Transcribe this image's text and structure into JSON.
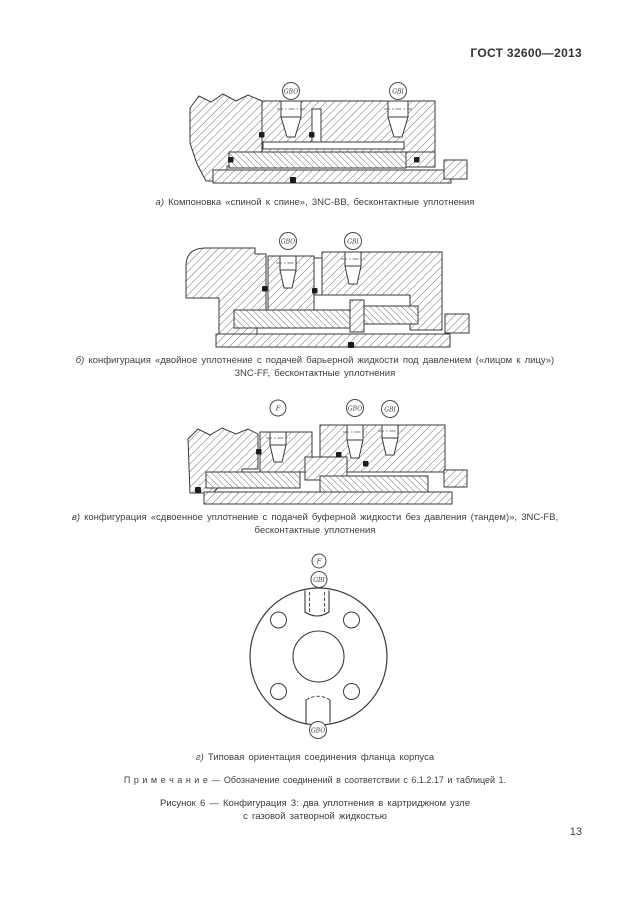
{
  "page": {
    "header": "ГОСТ 32600—2013",
    "number": "13"
  },
  "figure_a": {
    "label": "а)",
    "caption": "Компоновка «спиной к спине», 3NC-BB, бесконтактные уплотнения",
    "port_left": "GBO",
    "port_right": "GBI"
  },
  "figure_b": {
    "label": "б)",
    "caption_line1": "конфигурация «двойное уплотнение с подачей барьерной жидкости под давлением («лицом к лицу»)",
    "caption_line2": "3NC-FF, бесконтактные уплотнения",
    "port_left": "GBO",
    "port_right": "GBI"
  },
  "figure_v": {
    "label": "в)",
    "caption_line1": "конфигурация «сдвоенное уплотнение с подачей буферной жидкости без давления (тандем)», 3NC-FB,",
    "caption_line2": "бесконтактные уплотнения",
    "port_f": "F",
    "port_gbo": "GBO",
    "port_gbi": "GBI"
  },
  "figure_g": {
    "label": "г)",
    "caption": "Типовая ориентация соединения фланца корпуса",
    "port_f": "F",
    "port_gbi": "GBI",
    "port_gbo": "GBO"
  },
  "note": "П р и м е ч а н и е — Обозначение соединений в соответствии с 6.1.2.17 и таблицей 1.",
  "figure_caption": {
    "line1": "Рисунок 6 — Конфигурация 3: два уплотнения в картриджном узле",
    "line2": "с газовой затворной жидкостью"
  }
}
